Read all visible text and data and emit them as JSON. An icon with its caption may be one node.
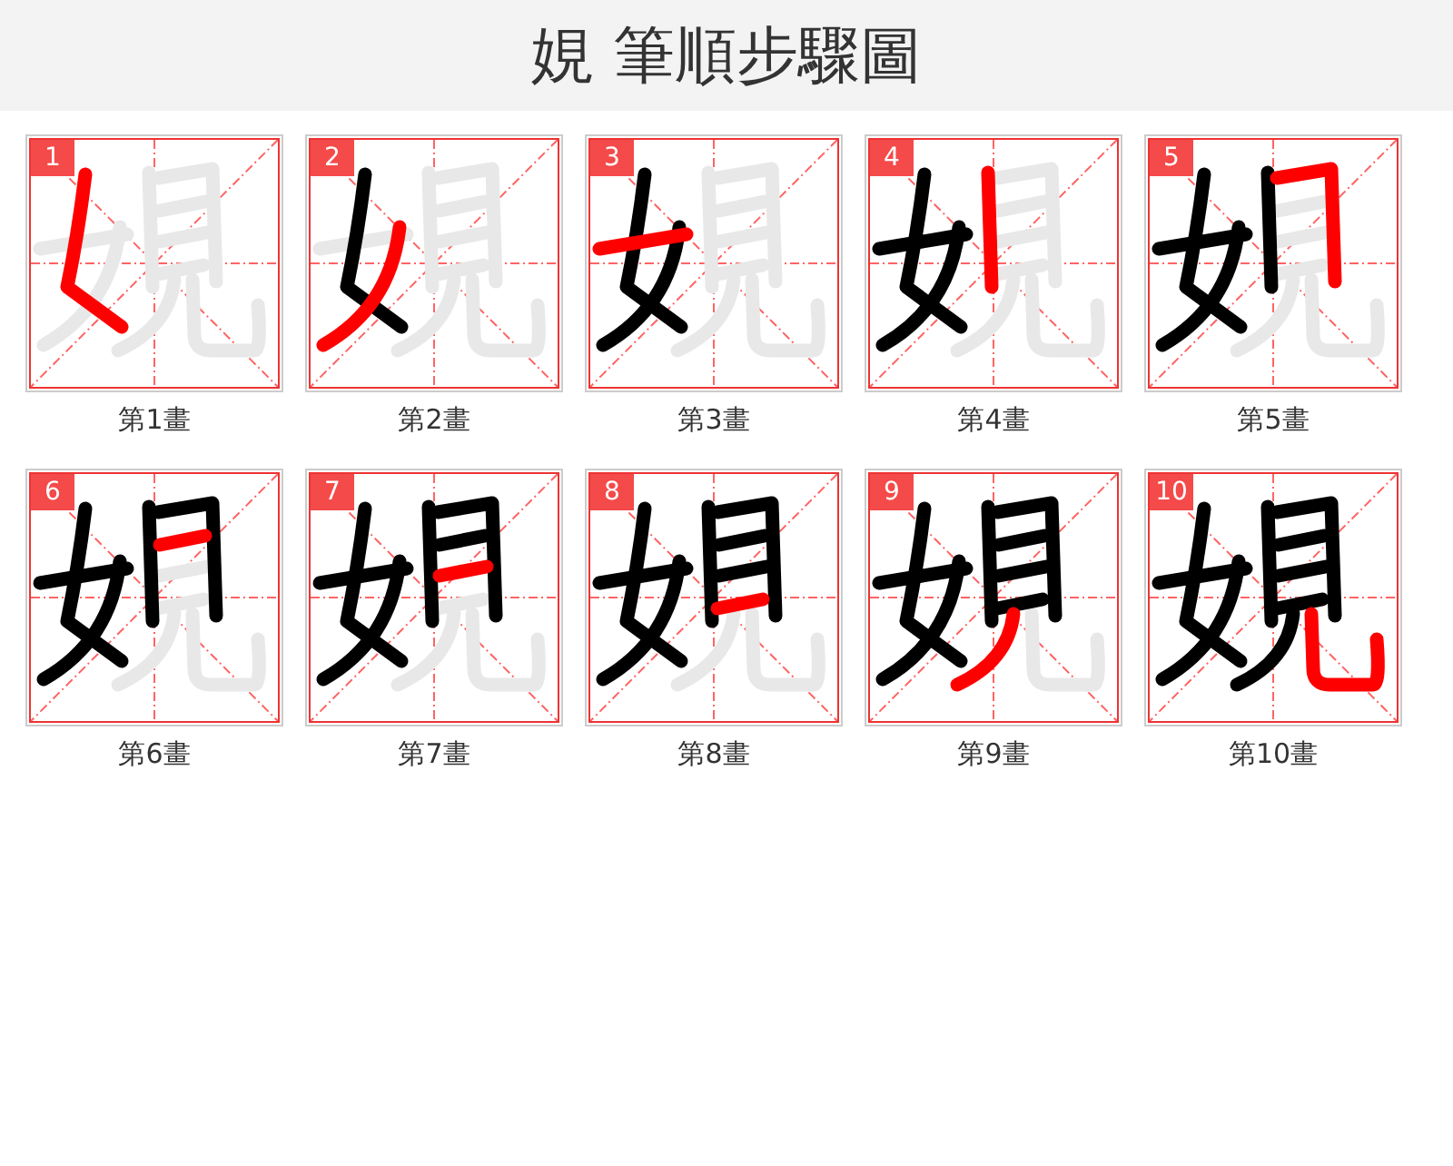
{
  "diagram": {
    "title": "娊 筆順步驟圖",
    "nodes": [
      {
        "text": [
          "1"
        ],
        "beside": [
          "第1畫"
        ]
      },
      {
        "text": [
          "2"
        ],
        "beside": [
          "第2畫"
        ]
      },
      {
        "text": [
          "3"
        ],
        "beside": [
          "第3畫"
        ]
      },
      {
        "text": [
          "4"
        ],
        "beside": [
          "第4畫"
        ]
      },
      {
        "text": [
          "5"
        ],
        "beside": [
          "第5畫"
        ]
      },
      {
        "text": [
          "6"
        ],
        "beside": [
          "第6畫"
        ]
      },
      {
        "text": [
          "7"
        ],
        "beside": [
          "第7畫"
        ]
      },
      {
        "text": [
          "8"
        ],
        "beside": [
          "第8畫"
        ]
      },
      {
        "text": [
          "9"
        ],
        "beside": [
          "第9畫"
        ]
      },
      {
        "text": [
          "10"
        ],
        "beside": [
          "第10畫"
        ]
      }
    ]
  }
}
